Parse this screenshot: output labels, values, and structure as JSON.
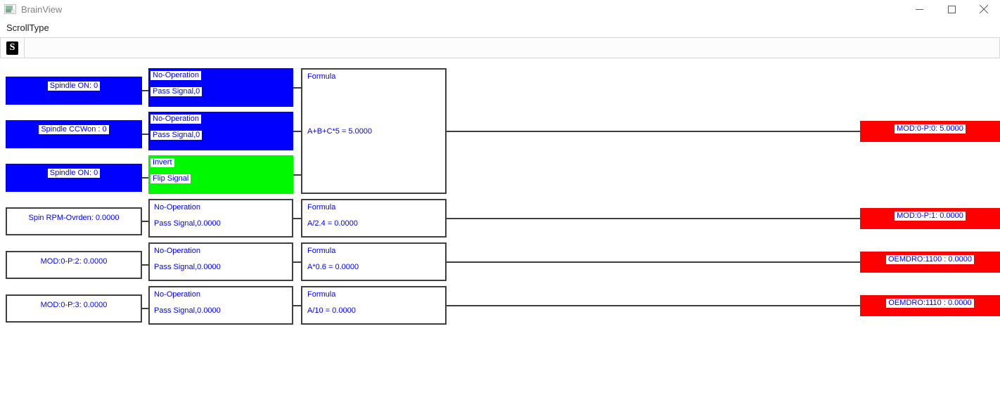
{
  "window": {
    "title": "BrainView",
    "controls": {
      "minimize": "minimize",
      "maximize": "maximize",
      "close": "close"
    }
  },
  "menu": {
    "items": [
      {
        "label": "ScrollType"
      }
    ]
  },
  "toolbar": {
    "buttons": [
      {
        "label": "S",
        "name": "scroll-type-tool"
      }
    ]
  },
  "colors": {
    "node_blue": "#0000ff",
    "node_green": "#00f900",
    "node_red": "#ff0000",
    "node_text": "#0000ff",
    "wire": "#3f3f3f",
    "title_text": "#848484"
  },
  "diagram": {
    "rows": [
      {
        "input": {
          "label": "Spindle ON: 0",
          "variant": "blue"
        },
        "op": {
          "title": "No-Operation",
          "subtitle": "Pass Signal,0",
          "variant": "blue"
        }
      },
      {
        "input": {
          "label": "Spindle CCWon : 0",
          "variant": "blue"
        },
        "op": {
          "title": "No-Operation",
          "subtitle": "Pass Signal,0",
          "variant": "blue"
        }
      },
      {
        "input": {
          "label": "Spindle ON: 0",
          "variant": "blue"
        },
        "op": {
          "title": "Invert",
          "subtitle": "Flip Signal",
          "variant": "green"
        }
      },
      {
        "input": {
          "label": "Spin RPM-Ovrden: 0.0000",
          "variant": "white"
        },
        "op": {
          "title": "No-Operation",
          "subtitle": "Pass Signal,0.0000",
          "variant": "white"
        }
      },
      {
        "input": {
          "label": "MOD:0-P:2: 0.0000",
          "variant": "white"
        },
        "op": {
          "title": "No-Operation",
          "subtitle": "Pass Signal,0.0000",
          "variant": "white"
        }
      },
      {
        "input": {
          "label": "MOD:0-P:3: 0.0000",
          "variant": "white"
        },
        "op": {
          "title": "No-Operation",
          "subtitle": "Pass Signal,0.0000",
          "variant": "white"
        }
      }
    ],
    "formulas": [
      {
        "title": "Formula",
        "expression": "A+B+C*5 = 5.0000",
        "rows": [
          0,
          1,
          2
        ]
      },
      {
        "title": "Formula",
        "expression": "A/2.4 = 0.0000",
        "rows": [
          3
        ]
      },
      {
        "title": "Formula",
        "expression": "A*0.6 = 0.0000",
        "rows": [
          4
        ]
      },
      {
        "title": "Formula",
        "expression": "A/10 = 0.0000",
        "rows": [
          5
        ]
      }
    ],
    "outputs": [
      {
        "label": "MOD:0-P:0: 5.0000"
      },
      {
        "label": "MOD:0-P:1: 0.0000"
      },
      {
        "label": "OEMDRO:1100 : 0.0000"
      },
      {
        "label": "OEMDRO:1110 : 0.0000"
      }
    ]
  }
}
